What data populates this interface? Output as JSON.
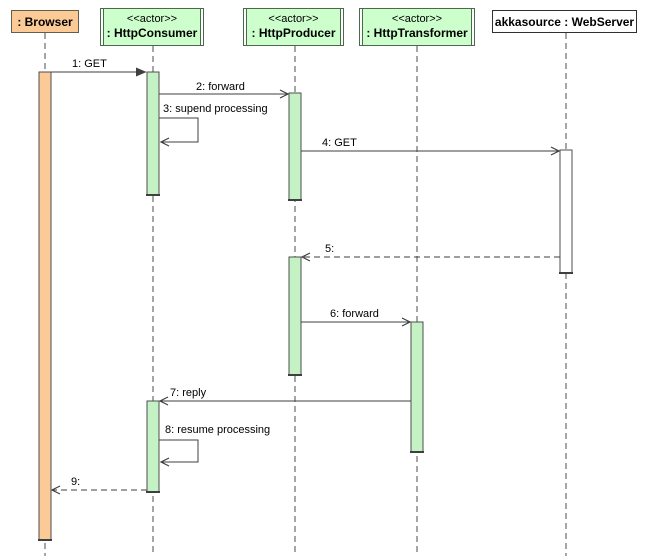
{
  "diagram": {
    "type": "uml-sequence-diagram",
    "participants": [
      {
        "id": "browser",
        "stereotype": "",
        "name": ": Browser",
        "kind": "object",
        "fill": "#fbca96"
      },
      {
        "id": "consumer",
        "stereotype": "<<actor>>",
        "name": ": HttpConsumer",
        "kind": "actor",
        "fill": "#ccffcc"
      },
      {
        "id": "producer",
        "stereotype": "<<actor>>",
        "name": ": HttpProducer",
        "kind": "actor",
        "fill": "#ccffcc"
      },
      {
        "id": "transformer",
        "stereotype": "<<actor>>",
        "name": ": HttpTransformer",
        "kind": "actor",
        "fill": "#ccffcc"
      },
      {
        "id": "webserver",
        "stereotype": "",
        "name": "akkasource : WebServer",
        "kind": "object",
        "fill": "#ffffff"
      }
    ],
    "messages": [
      {
        "seq": "1",
        "label": "1: GET",
        "from": "browser",
        "to": "consumer",
        "line": "solid",
        "arrow": "filled",
        "self": false
      },
      {
        "seq": "2",
        "label": "2: forward",
        "from": "consumer",
        "to": "producer",
        "line": "solid",
        "arrow": "open",
        "self": false
      },
      {
        "seq": "3",
        "label": "3: supend processing",
        "from": "consumer",
        "to": "consumer",
        "line": "solid",
        "arrow": "open",
        "self": true
      },
      {
        "seq": "4",
        "label": "4: GET",
        "from": "producer",
        "to": "webserver",
        "line": "solid",
        "arrow": "open",
        "self": false
      },
      {
        "seq": "5",
        "label": "5:",
        "from": "webserver",
        "to": "producer",
        "line": "dashed",
        "arrow": "open",
        "self": false
      },
      {
        "seq": "6",
        "label": "6: forward",
        "from": "producer",
        "to": "transformer",
        "line": "solid",
        "arrow": "open",
        "self": false
      },
      {
        "seq": "7",
        "label": "7: reply",
        "from": "transformer",
        "to": "consumer",
        "line": "solid",
        "arrow": "open",
        "self": false
      },
      {
        "seq": "8",
        "label": "8: resume processing",
        "from": "consumer",
        "to": "consumer",
        "line": "solid",
        "arrow": "open",
        "self": true
      },
      {
        "seq": "9",
        "label": "9:",
        "from": "consumer",
        "to": "browser",
        "line": "dashed",
        "arrow": "open",
        "self": false
      }
    ],
    "colors": {
      "actor_fill": "#ccffcc",
      "actor_border": "#4a6b4a",
      "browser_fill": "#fbca96",
      "webserver_fill": "#ffffff",
      "activation_green": "#c5f2c5",
      "line": "#3f3f3f",
      "lifeline": "#4c4c4c"
    }
  }
}
